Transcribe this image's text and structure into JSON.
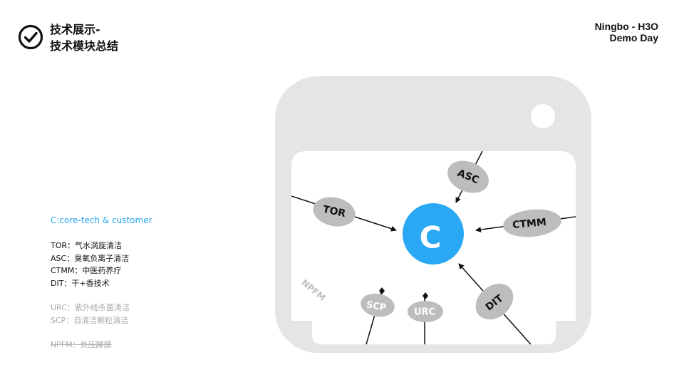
{
  "header": {
    "title_line1": "技术展示-",
    "title_line2": "技术模块总结",
    "event_line1": "Ningbo - H3O",
    "event_line2": "Demo Day"
  },
  "legend": {
    "accent_label": "C:core-tech & customer",
    "core_items": [
      "TOR：气水涡旋清洁",
      "ASC：臭氧负离子清洁",
      "CTMM：中医药养疗",
      "DIT：干+香技术"
    ],
    "muted_items": [
      "URC：紫外线杀菌清洁",
      "SCP：自清洁颗粒清洁"
    ],
    "struck_item": "NPFM：负压脚膜"
  },
  "diagram": {
    "center_label": "C",
    "nodes": {
      "asc": "ASC",
      "tor": "TOR",
      "ctmm": "CTMM",
      "dit": "DIT",
      "scp": "SCP",
      "urc": "URC",
      "npfm": "NPFM"
    }
  },
  "colors": {
    "accent": "#2aa8f4",
    "device_frame": "#e5e5e5",
    "node_fill": "#bdbdbd",
    "muted_text": "#aaaaaa"
  }
}
